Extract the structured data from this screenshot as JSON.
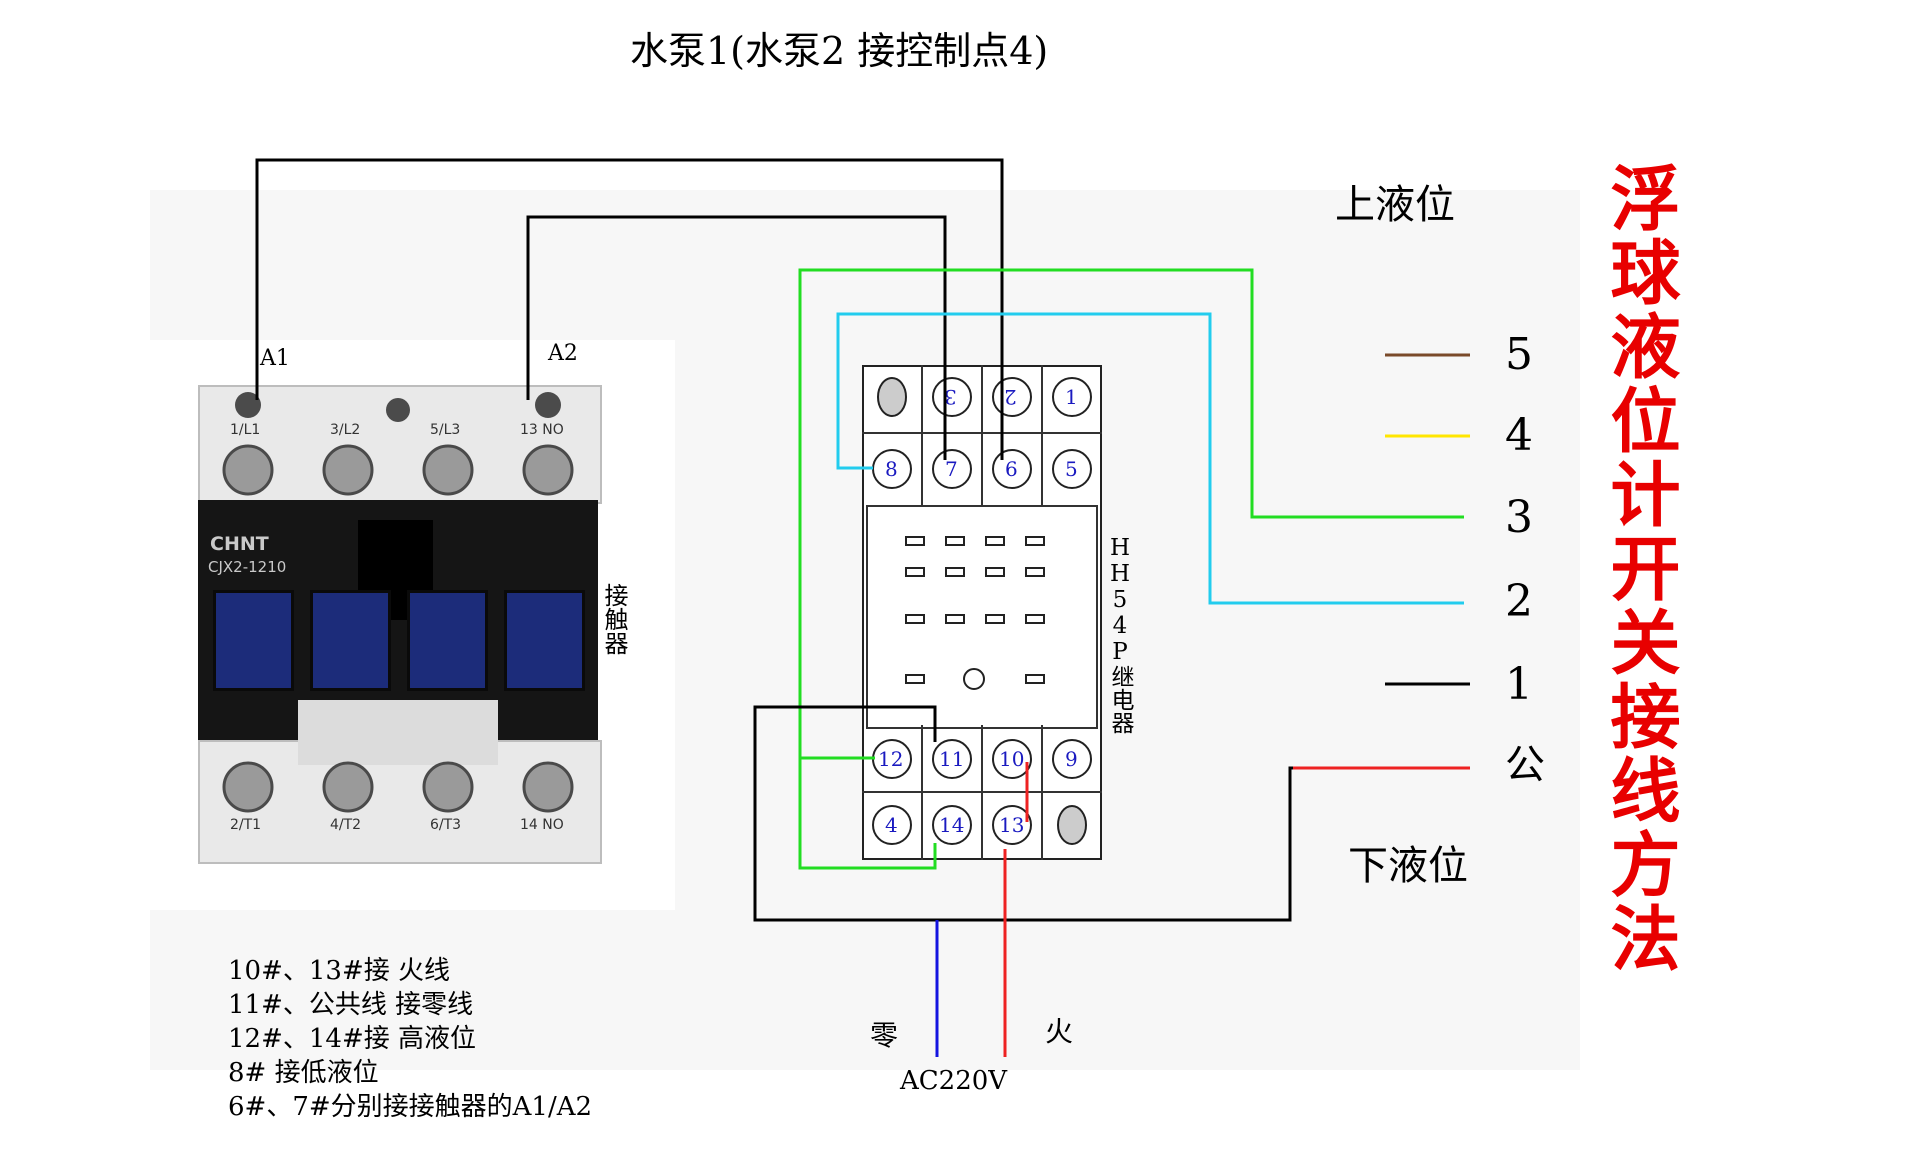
{
  "title": "水泵1(水泵2 接控制点4)",
  "side_title": "浮球液位计开关接线方法",
  "level_labels": {
    "upper": "上液位",
    "lower": "下液位"
  },
  "wire_numbers": [
    "5",
    "4",
    "3",
    "2",
    "1",
    "公"
  ],
  "wire_colors": [
    "#7a4a2a",
    "#ffe600",
    "#22dd22",
    "#22ccee",
    "#000000",
    "#ee2222"
  ],
  "contactor": {
    "label": "接触器",
    "brand": "CHNT",
    "model": "CJX2-1210",
    "coil_labels": [
      "A1",
      "A2"
    ],
    "top_terminals": [
      "1/L1",
      "3/L2",
      "5/L3",
      "13 NO"
    ],
    "bottom_terminals": [
      "2/T1",
      "4/T2",
      "6/T3",
      "14 NO"
    ]
  },
  "relay": {
    "label": "HH54P继电器",
    "top_row": [
      "",
      "3",
      "2",
      "1"
    ],
    "second_row": [
      "8",
      "7",
      "6",
      "5"
    ],
    "third_row": [
      "12",
      "11",
      "10",
      "9"
    ],
    "bottom_row": [
      "4",
      "14",
      "13",
      ""
    ]
  },
  "power": {
    "neutral": "零",
    "live": "火",
    "supply": "AC220V"
  },
  "notes": [
    "10#、13#接 火线",
    "11#、公共线 接零线",
    "12#、14#接 高液位",
    "8# 接低液位",
    "6#、7#分别接接触器的A1/A2"
  ]
}
